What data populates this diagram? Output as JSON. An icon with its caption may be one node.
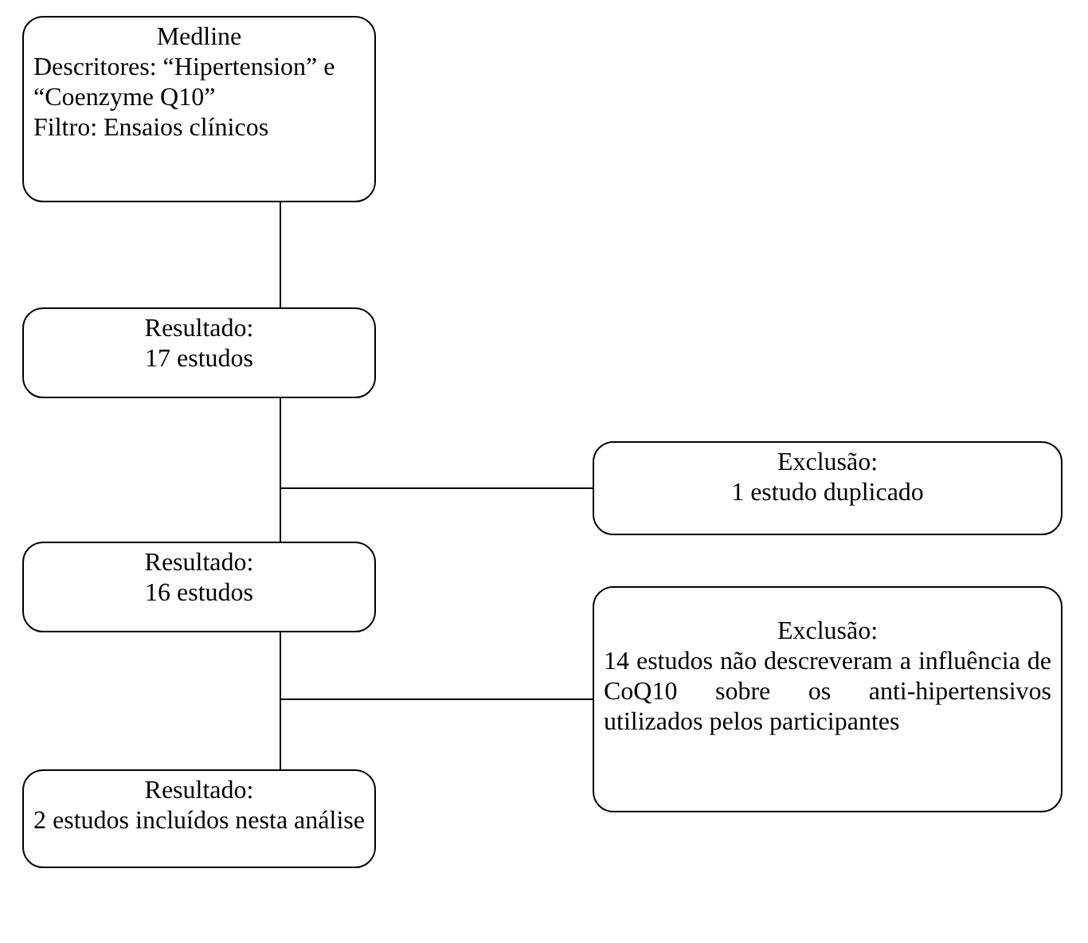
{
  "diagram": {
    "nodes": [
      {
        "text": [
          "Medline",
          "Descritores: “Hipertension” e “Coenzyme Q10”",
          "Filtro: Ensaios clínicos"
        ]
      },
      {
        "text": [
          "Resultado:",
          "17 estudos"
        ]
      },
      {
        "text": [
          "Exclusão:",
          "1 estudo duplicado"
        ]
      },
      {
        "text": [
          "Resultado:",
          "16 estudos"
        ]
      },
      {
        "text": [
          "Exclusão:",
          "14 estudos não descreveram a influência de CoQ10 sobre os anti-hipertensivos utilizados pelos participantes"
        ]
      },
      {
        "text": [
          "Resultado:",
          "2 estudos incluídos nesta análise"
        ]
      }
    ],
    "edges": [
      {
        "from": 0,
        "to": 1,
        "arrow": "none"
      },
      {
        "from": 1,
        "to": 3,
        "arrow": "none"
      },
      {
        "from": 1,
        "to": 2,
        "arrow": "none"
      },
      {
        "from": 3,
        "to": 5,
        "arrow": "none"
      },
      {
        "from": 3,
        "to": 4,
        "arrow": "none"
      }
    ]
  }
}
